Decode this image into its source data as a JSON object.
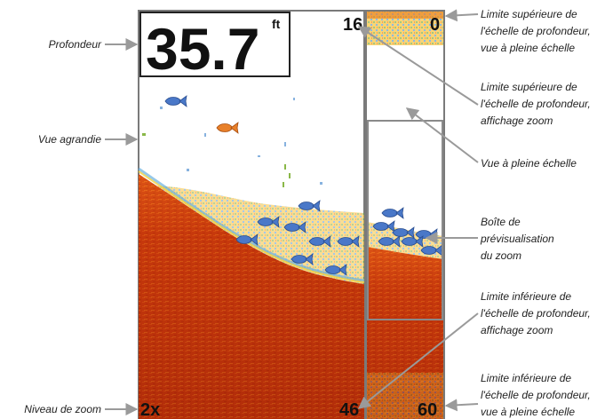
{
  "screen": {
    "depth_value": "35.7",
    "depth_unit": "ft",
    "zoom_top_depth": "16",
    "zoom_bottom_depth": "46",
    "full_top_depth": "0",
    "full_bottom_depth": "60",
    "zoom_level": "2x"
  },
  "labels": {
    "profondeur": "Profondeur",
    "vue_agrandie": "Vue agrandie",
    "niveau_zoom": "Niveau de zoom",
    "limite_sup_pleine": [
      "Limite supérieure de",
      "l'échelle de profondeur,",
      "vue à pleine échelle"
    ],
    "limite_sup_zoom": [
      "Limite supérieure de",
      "l'échelle de profondeur,",
      "affichage zoom"
    ],
    "vue_pleine": "Vue à pleine échelle",
    "boite_zoom": [
      "Boîte de",
      "prévisualisation",
      "du zoom"
    ],
    "limite_inf_zoom": [
      "Limite inférieure de",
      "l'échelle de profondeur,",
      "affichage zoom"
    ],
    "limite_inf_pleine": [
      "Limite inférieure de",
      "l'échelle de profondeur,",
      "vue à pleine échelle"
    ]
  },
  "colors": {
    "bottom_dark": "#b32a08",
    "bottom_mid": "#d8480e",
    "bottom_light": "#f07a1c",
    "fish_blue": "#4a78c8",
    "fish_orange": "#e8802a",
    "clutter_green": "#8ab848",
    "clutter_yellow": "#e8c830",
    "clutter_blue": "#5a9ad8",
    "arrow_gray": "#9a9a9a",
    "frame_gray": "#8a8a8a"
  }
}
